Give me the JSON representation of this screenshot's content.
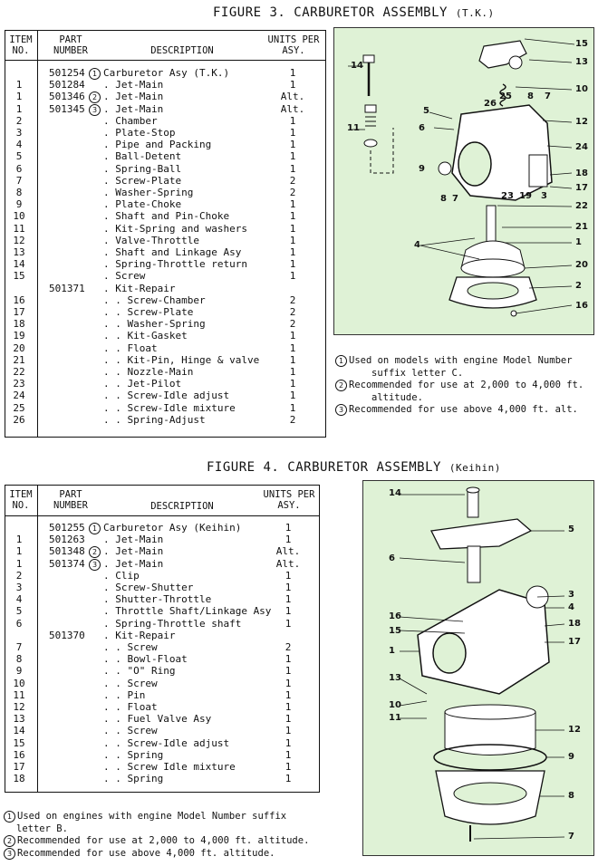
{
  "figure3": {
    "title": "FIGURE 3.  CARBURETOR ASSEMBLY",
    "subtitle": "(T.K.)",
    "header": {
      "item": "ITEM\nNO.",
      "part": "PART\nNUMBER",
      "desc": "DESCRIPTION",
      "units": "UNITS PER\nASY."
    },
    "rows": [
      {
        "item": "",
        "part": "501254",
        "mark": "1",
        "desc": "Carburetor Asy (T.K.)",
        "units": "1"
      },
      {
        "item": "1",
        "part": "501284",
        "mark": "",
        "desc": ". Jet-Main",
        "units": "1"
      },
      {
        "item": "1",
        "part": "501346",
        "mark": "2",
        "desc": ". Jet-Main",
        "units": "Alt."
      },
      {
        "item": "1",
        "part": "501345",
        "mark": "3",
        "desc": ". Jet-Main",
        "units": "Alt."
      },
      {
        "item": "2",
        "part": "",
        "mark": "",
        "desc": ". Chamber",
        "units": "1"
      },
      {
        "item": "3",
        "part": "",
        "mark": "",
        "desc": ". Plate-Stop",
        "units": "1"
      },
      {
        "item": "4",
        "part": "",
        "mark": "",
        "desc": ". Pipe and Packing",
        "units": "1"
      },
      {
        "item": "5",
        "part": "",
        "mark": "",
        "desc": ". Ball-Detent",
        "units": "1"
      },
      {
        "item": "6",
        "part": "",
        "mark": "",
        "desc": ". Spring-Ball",
        "units": "1"
      },
      {
        "item": "7",
        "part": "",
        "mark": "",
        "desc": ". Screw-Plate",
        "units": "2"
      },
      {
        "item": "8",
        "part": "",
        "mark": "",
        "desc": ". Washer-Spring",
        "units": "2"
      },
      {
        "item": "9",
        "part": "",
        "mark": "",
        "desc": ". Plate-Choke",
        "units": "1"
      },
      {
        "item": "10",
        "part": "",
        "mark": "",
        "desc": ". Shaft and Pin-Choke",
        "units": "1"
      },
      {
        "item": "11",
        "part": "",
        "mark": "",
        "desc": ". Kit-Spring and washers",
        "units": "1"
      },
      {
        "item": "12",
        "part": "",
        "mark": "",
        "desc": ". Valve-Throttle",
        "units": "1"
      },
      {
        "item": "13",
        "part": "",
        "mark": "",
        "desc": ". Shaft and Linkage Asy",
        "units": "1"
      },
      {
        "item": "14",
        "part": "",
        "mark": "",
        "desc": ". Spring-Throttle return",
        "units": "1"
      },
      {
        "item": "15",
        "part": "",
        "mark": "",
        "desc": ". Screw",
        "units": "1"
      },
      {
        "item": "",
        "part": "501371",
        "mark": "",
        "desc": ". Kit-Repair",
        "units": ""
      },
      {
        "item": "16",
        "part": "",
        "mark": "",
        "desc": ". . Screw-Chamber",
        "units": "2"
      },
      {
        "item": "17",
        "part": "",
        "mark": "",
        "desc": ". . Screw-Plate",
        "units": "2"
      },
      {
        "item": "18",
        "part": "",
        "mark": "",
        "desc": ". . Washer-Spring",
        "units": "2"
      },
      {
        "item": "19",
        "part": "",
        "mark": "",
        "desc": ". . Kit-Gasket",
        "units": "1"
      },
      {
        "item": "20",
        "part": "",
        "mark": "",
        "desc": ". . Float",
        "units": "1"
      },
      {
        "item": "21",
        "part": "",
        "mark": "",
        "desc": ". . Kit-Pin, Hinge & valve",
        "units": "1"
      },
      {
        "item": "22",
        "part": "",
        "mark": "",
        "desc": ". . Nozzle-Main",
        "units": "1"
      },
      {
        "item": "23",
        "part": "",
        "mark": "",
        "desc": ". . Jet-Pilot",
        "units": "1"
      },
      {
        "item": "24",
        "part": "",
        "mark": "",
        "desc": ". . Screw-Idle adjust",
        "units": "1"
      },
      {
        "item": "25",
        "part": "",
        "mark": "",
        "desc": ". . Screw-Idle mixture",
        "units": "1"
      },
      {
        "item": "26",
        "part": "",
        "mark": "",
        "desc": ". . Spring-Adjust",
        "units": "2"
      }
    ],
    "callouts": [
      "15",
      "13",
      "10",
      "14",
      "5",
      "6",
      "26",
      "25",
      "8",
      "7",
      "12",
      "11",
      "24",
      "9",
      "8",
      "7",
      "23",
      "19",
      "3",
      "18",
      "17",
      "4",
      "22",
      "21",
      "1",
      "20",
      "2",
      "16"
    ],
    "notes": [
      {
        "mark": "1",
        "text": "Used on models with engine Model Number"
      },
      {
        "mark": "",
        "text": "suffix letter C."
      },
      {
        "mark": "2",
        "text": "Recommended for use at 2,000 to 4,000 ft."
      },
      {
        "mark": "",
        "text": "altitude."
      },
      {
        "mark": "3",
        "text": "Recommended for use above 4,000 ft. alt."
      }
    ]
  },
  "figure4": {
    "title": "FIGURE 4.  CARBURETOR ASSEMBLY",
    "subtitle": "(Keihin)",
    "header": {
      "item": "ITEM\nNO.",
      "part": "PART\nNUMBER",
      "desc": "DESCRIPTION",
      "units": "UNITS PER\nASY."
    },
    "rows": [
      {
        "item": "",
        "part": "501255",
        "mark": "1",
        "desc": "Carburetor Asy (Keihin)",
        "units": "1"
      },
      {
        "item": "1",
        "part": "501263",
        "mark": "",
        "desc": ". Jet-Main",
        "units": "1"
      },
      {
        "item": "1",
        "part": "501348",
        "mark": "2",
        "desc": ". Jet-Main",
        "units": "Alt."
      },
      {
        "item": "1",
        "part": "501374",
        "mark": "3",
        "desc": ". Jet-Main",
        "units": "Alt."
      },
      {
        "item": "2",
        "part": "",
        "mark": "",
        "desc": ". Clip",
        "units": "1"
      },
      {
        "item": "3",
        "part": "",
        "mark": "",
        "desc": ". Screw-Shutter",
        "units": "1"
      },
      {
        "item": "4",
        "part": "",
        "mark": "",
        "desc": ". Shutter-Throttle",
        "units": "1"
      },
      {
        "item": "5",
        "part": "",
        "mark": "",
        "desc": ". Throttle Shaft/Linkage Asy",
        "units": "1"
      },
      {
        "item": "6",
        "part": "",
        "mark": "",
        "desc": ". Spring-Throttle shaft",
        "units": "1"
      },
      {
        "item": "",
        "part": "501370",
        "mark": "",
        "desc": ". Kit-Repair",
        "units": ""
      },
      {
        "item": "7",
        "part": "",
        "mark": "",
        "desc": ". . Screw",
        "units": "2"
      },
      {
        "item": "8",
        "part": "",
        "mark": "",
        "desc": ". . Bowl-Float",
        "units": "1"
      },
      {
        "item": "9",
        "part": "",
        "mark": "",
        "desc": ". . \"O\" Ring",
        "units": "1"
      },
      {
        "item": "10",
        "part": "",
        "mark": "",
        "desc": ". . Screw",
        "units": "1"
      },
      {
        "item": "11",
        "part": "",
        "mark": "",
        "desc": ". . Pin",
        "units": "1"
      },
      {
        "item": "12",
        "part": "",
        "mark": "",
        "desc": ". . Float",
        "units": "1"
      },
      {
        "item": "13",
        "part": "",
        "mark": "",
        "desc": ". . Fuel Valve Asy",
        "units": "1"
      },
      {
        "item": "14",
        "part": "",
        "mark": "",
        "desc": ". . Screw",
        "units": "1"
      },
      {
        "item": "15",
        "part": "",
        "mark": "",
        "desc": ". . Screw-Idle adjust",
        "units": "1"
      },
      {
        "item": "16",
        "part": "",
        "mark": "",
        "desc": ". . Spring",
        "units": "1"
      },
      {
        "item": "17",
        "part": "",
        "mark": "",
        "desc": ". . Screw Idle mixture",
        "units": "1"
      },
      {
        "item": "18",
        "part": "",
        "mark": "",
        "desc": ". . Spring",
        "units": "1"
      }
    ],
    "callouts": [
      "14",
      "5",
      "6",
      "3",
      "4",
      "16",
      "15",
      "18",
      "17",
      "1",
      "13",
      "10",
      "11",
      "12",
      "9",
      "8",
      "7"
    ],
    "notes": [
      {
        "mark": "1",
        "text": "Used on engines with engine Model Number suffix"
      },
      {
        "mark": "",
        "text": "letter B."
      },
      {
        "mark": "2",
        "text": "Recommended for use at 2,000 to 4,000 ft. altitude."
      },
      {
        "mark": "3",
        "text": "Recommended for use above 4,000 ft. altitude."
      }
    ]
  },
  "colors": {
    "diagram_bg": "#dff2d6",
    "ink": "#111111"
  }
}
